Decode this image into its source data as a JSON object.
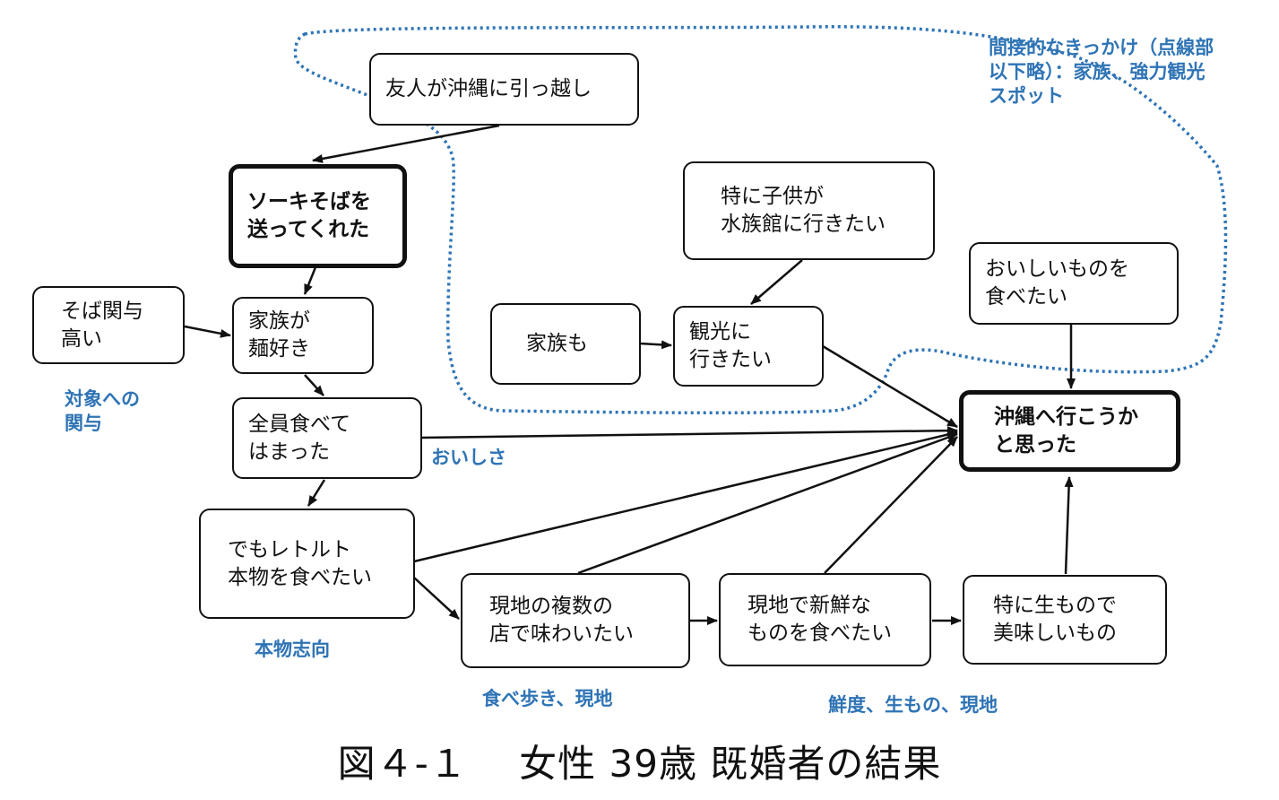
{
  "nodes": {
    "friend_moved": "友人が沖縄に引っ越し",
    "sent_soba": "ソーキそばを\n送ってくれた",
    "soba_involvement": "そば関与\n高い",
    "family_noodles": "家族が\n麺好き",
    "all_hooked": "全員食べて\nはまった",
    "retort": "でもレトルト\n本物を食べたい",
    "local_shops": "現地の複数の\n店で味わいたい",
    "local_fresh": "現地で新鮮な\nものを食べたい",
    "raw_tasty": "特に生もので\n美味しいもの",
    "child_aquarium": "特に子供が\n水族館に行きたい",
    "family_too": "家族も",
    "want_sightseeing": "観光に\n行きたい",
    "want_tasty": "おいしいものを\n食べたい",
    "thought_okinawa": "沖縄へ行こうか\nと思った"
  },
  "notes": {
    "indirect": "間接的なきっかけ（点線部\n以下略）：家族、強力観光\nスポット",
    "involvement": "対象への\n関与",
    "taste": "おいしさ",
    "authentic": "本物志向",
    "eating_around": "食べ歩き、現地",
    "freshness": "鮮度、生もの、現地"
  },
  "caption": "図４-１　 女性 39歳 既婚者の結果",
  "colors": {
    "note": "#2f74b5",
    "dotted_outline": "#2f74b5",
    "line": "#111111"
  }
}
